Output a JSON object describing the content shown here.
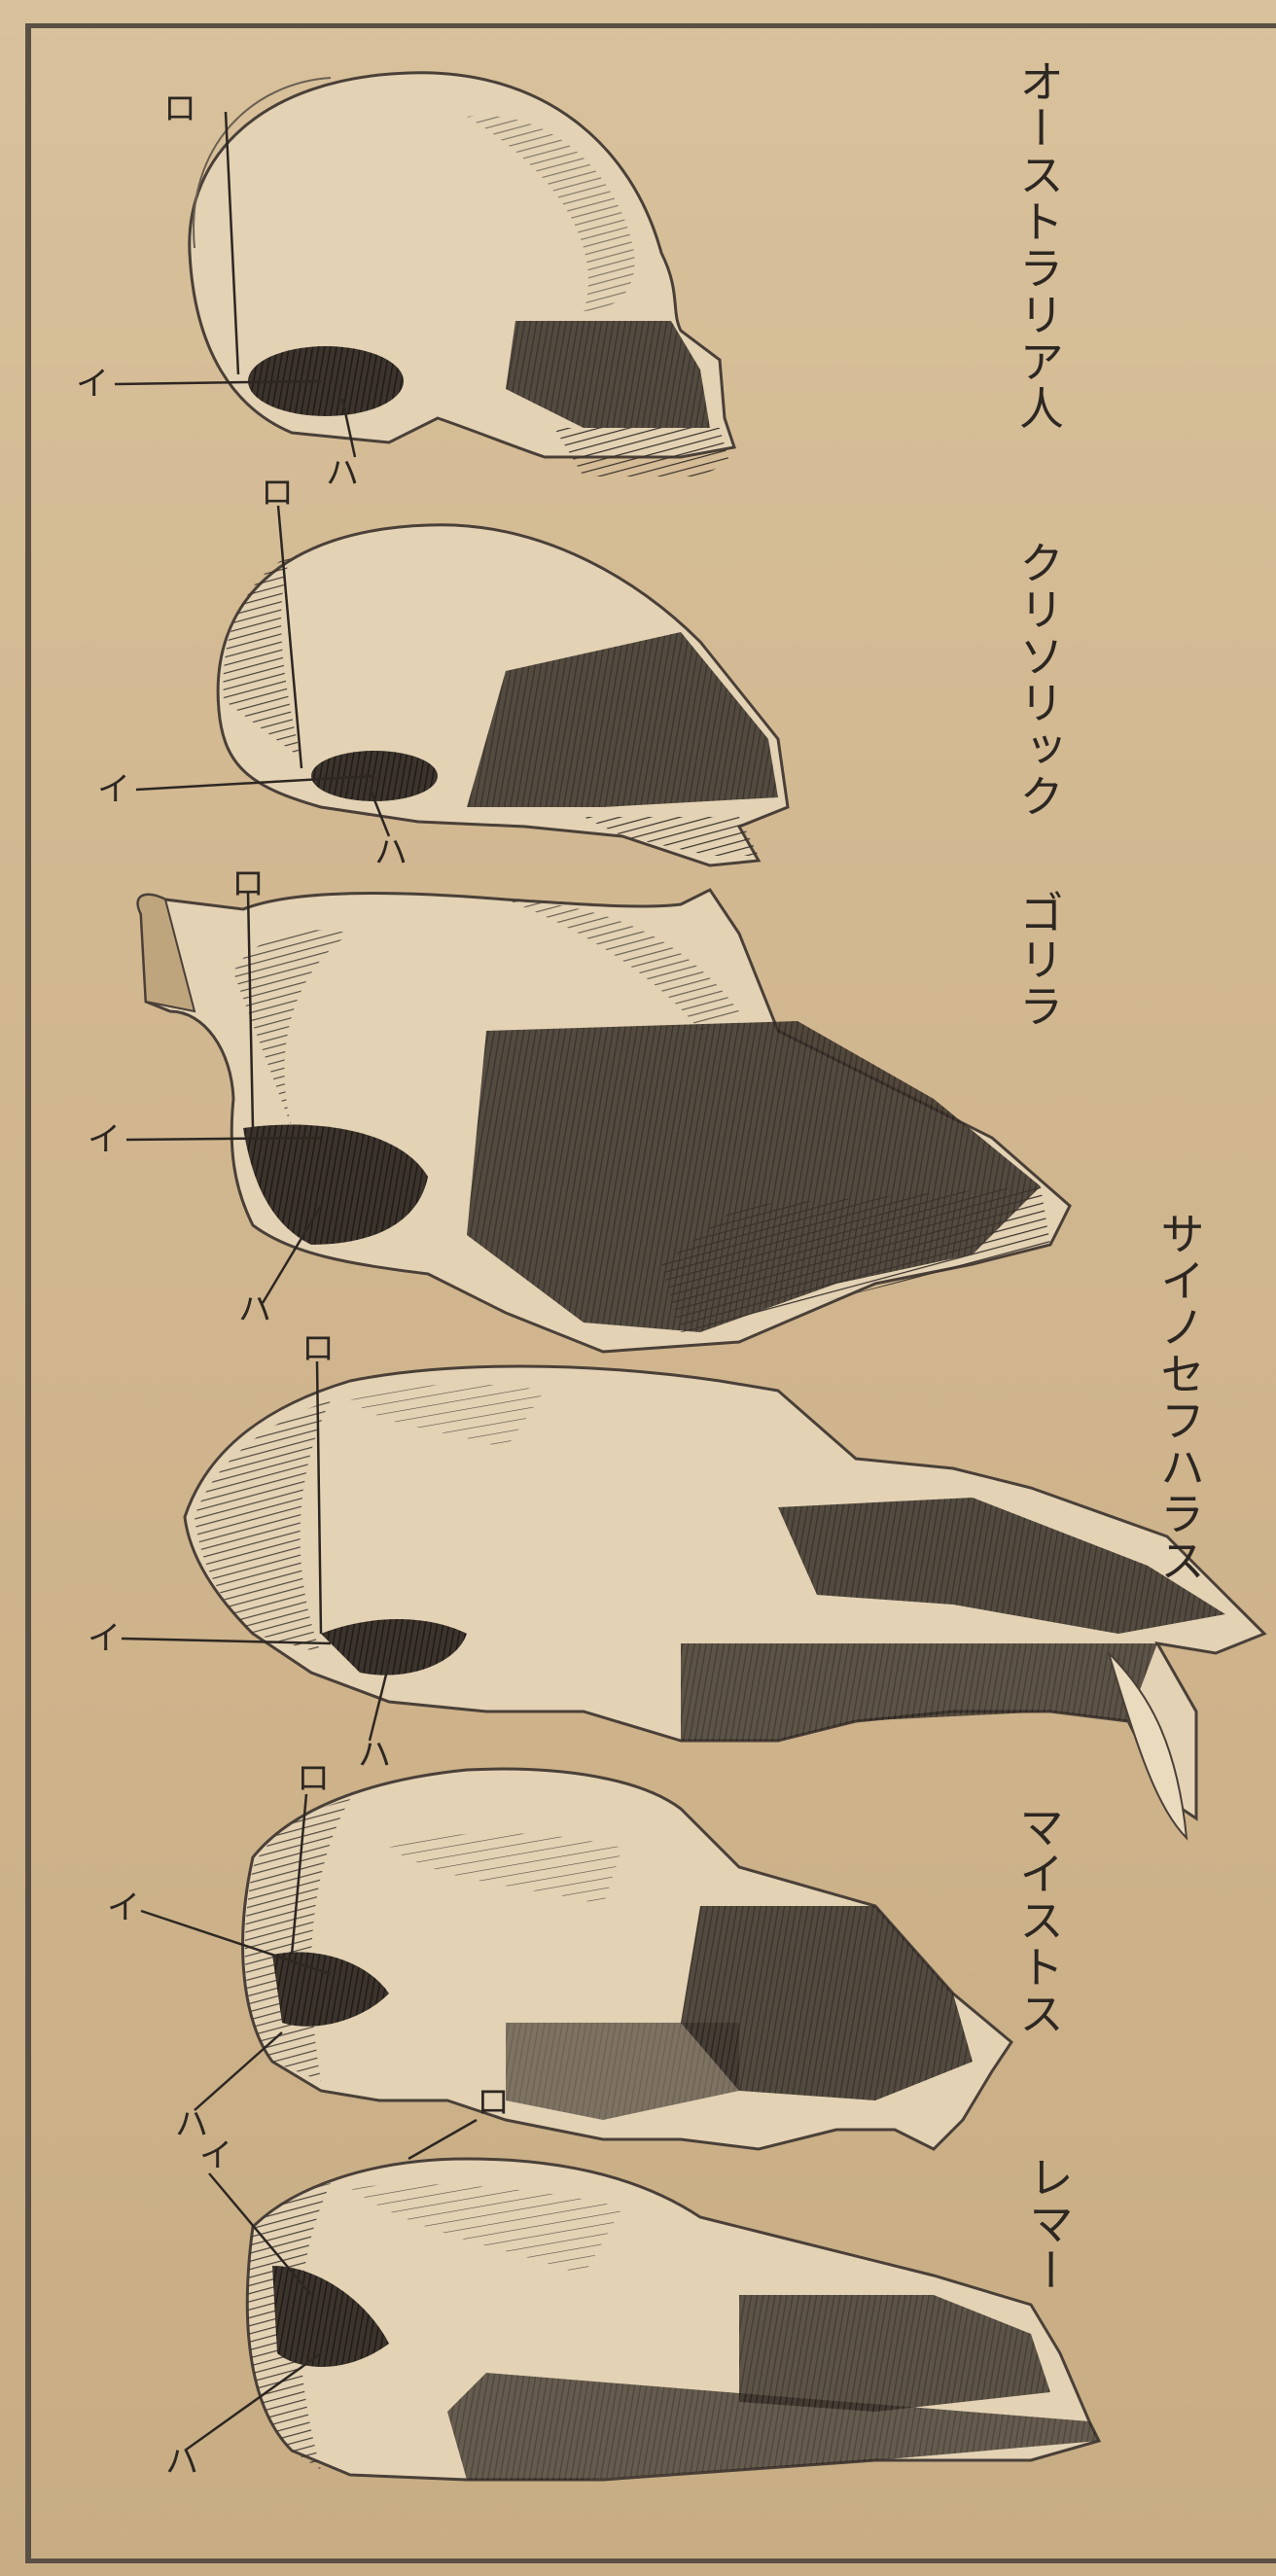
{
  "figure": {
    "labels": {
      "australian": "オーストラリア人",
      "chrysothrix": "クリソリック",
      "gorilla": "ゴリラ",
      "cynocephalus": "サイノセフハラス",
      "mystus": "マイストス",
      "lemur": "レマー"
    },
    "markers": {
      "i": "イ",
      "ro": "ロ",
      "ha": "ハ"
    }
  }
}
